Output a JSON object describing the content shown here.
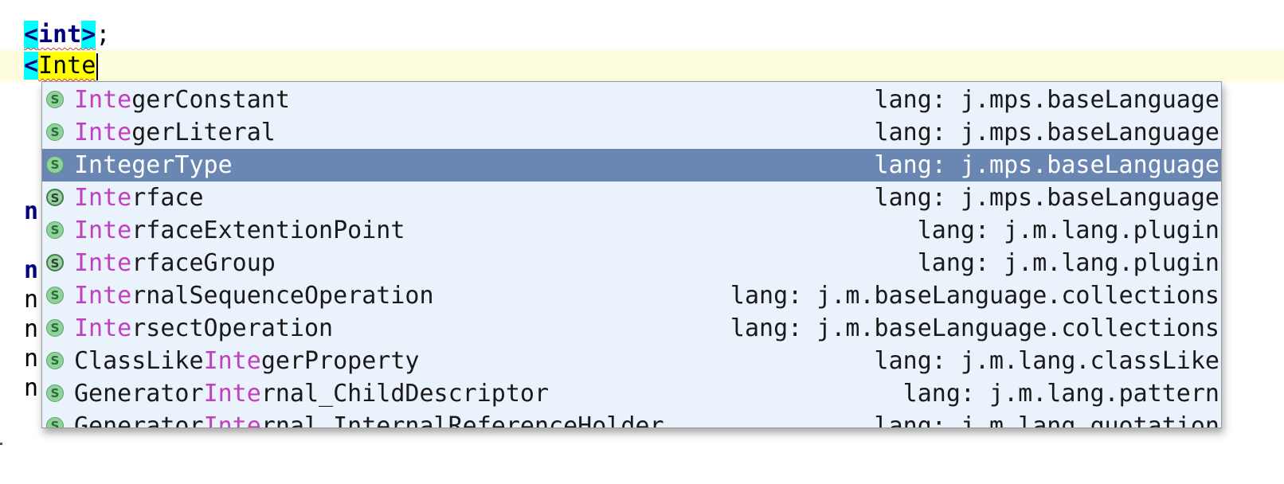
{
  "editor": {
    "line1": {
      "lt": "<",
      "kw": "int",
      "gt": ">",
      "semi": ";"
    },
    "line2": {
      "lt": "<",
      "typed": "Inte"
    },
    "gutter_letters": [
      "n",
      "n",
      "n",
      "n",
      "n",
      "n"
    ]
  },
  "completion": {
    "items": [
      {
        "pre": "",
        "match": "Inte",
        "rest": "gerConstant",
        "lang": "lang: j.mps.baseLanguage",
        "icon": "concept-icon",
        "selected": false
      },
      {
        "pre": "",
        "match": "Inte",
        "rest": "gerLiteral",
        "lang": "lang: j.mps.baseLanguage",
        "icon": "concept-icon",
        "selected": false
      },
      {
        "pre": "",
        "match": "Inte",
        "rest": "gerType",
        "lang": "lang: j.mps.baseLanguage",
        "icon": "concept-icon",
        "selected": true
      },
      {
        "pre": "",
        "match": "Inte",
        "rest": "rface",
        "lang": "lang: j.mps.baseLanguage",
        "icon": "interface-concept-icon",
        "selected": false
      },
      {
        "pre": "",
        "match": "Inte",
        "rest": "rfaceExtentionPoint",
        "lang": "lang: j.m.lang.plugin",
        "icon": "concept-icon",
        "selected": false
      },
      {
        "pre": "",
        "match": "Inte",
        "rest": "rfaceGroup",
        "lang": "lang: j.m.lang.plugin",
        "icon": "interface-concept-icon",
        "selected": false
      },
      {
        "pre": "",
        "match": "Inte",
        "rest": "rnalSequenceOperation",
        "lang": "lang: j.m.baseLanguage.collections",
        "icon": "concept-icon",
        "selected": false
      },
      {
        "pre": "",
        "match": "Inte",
        "rest": "rsectOperation",
        "lang": "lang: j.m.baseLanguage.collections",
        "icon": "concept-icon",
        "selected": false
      },
      {
        "pre": "ClassLike",
        "match": "Inte",
        "rest": "gerProperty",
        "lang": "lang: j.m.lang.classLike",
        "icon": "concept-icon",
        "selected": false
      },
      {
        "pre": "Generator",
        "match": "Inte",
        "rest": "rnal_ChildDescriptor",
        "lang": "lang: j.m.lang.pattern",
        "icon": "concept-icon",
        "selected": false
      },
      {
        "pre": "Generator",
        "match": "Inte",
        "rest": "rnal_InternalReferenceHolder",
        "lang": "lang: j.m.lang.quotation",
        "icon": "concept-icon",
        "selected": false
      }
    ],
    "icon_glyph": "S",
    "colors": {
      "selection": "#6a87b4",
      "match": "#c040c0",
      "background": "#eaf2fb"
    }
  }
}
